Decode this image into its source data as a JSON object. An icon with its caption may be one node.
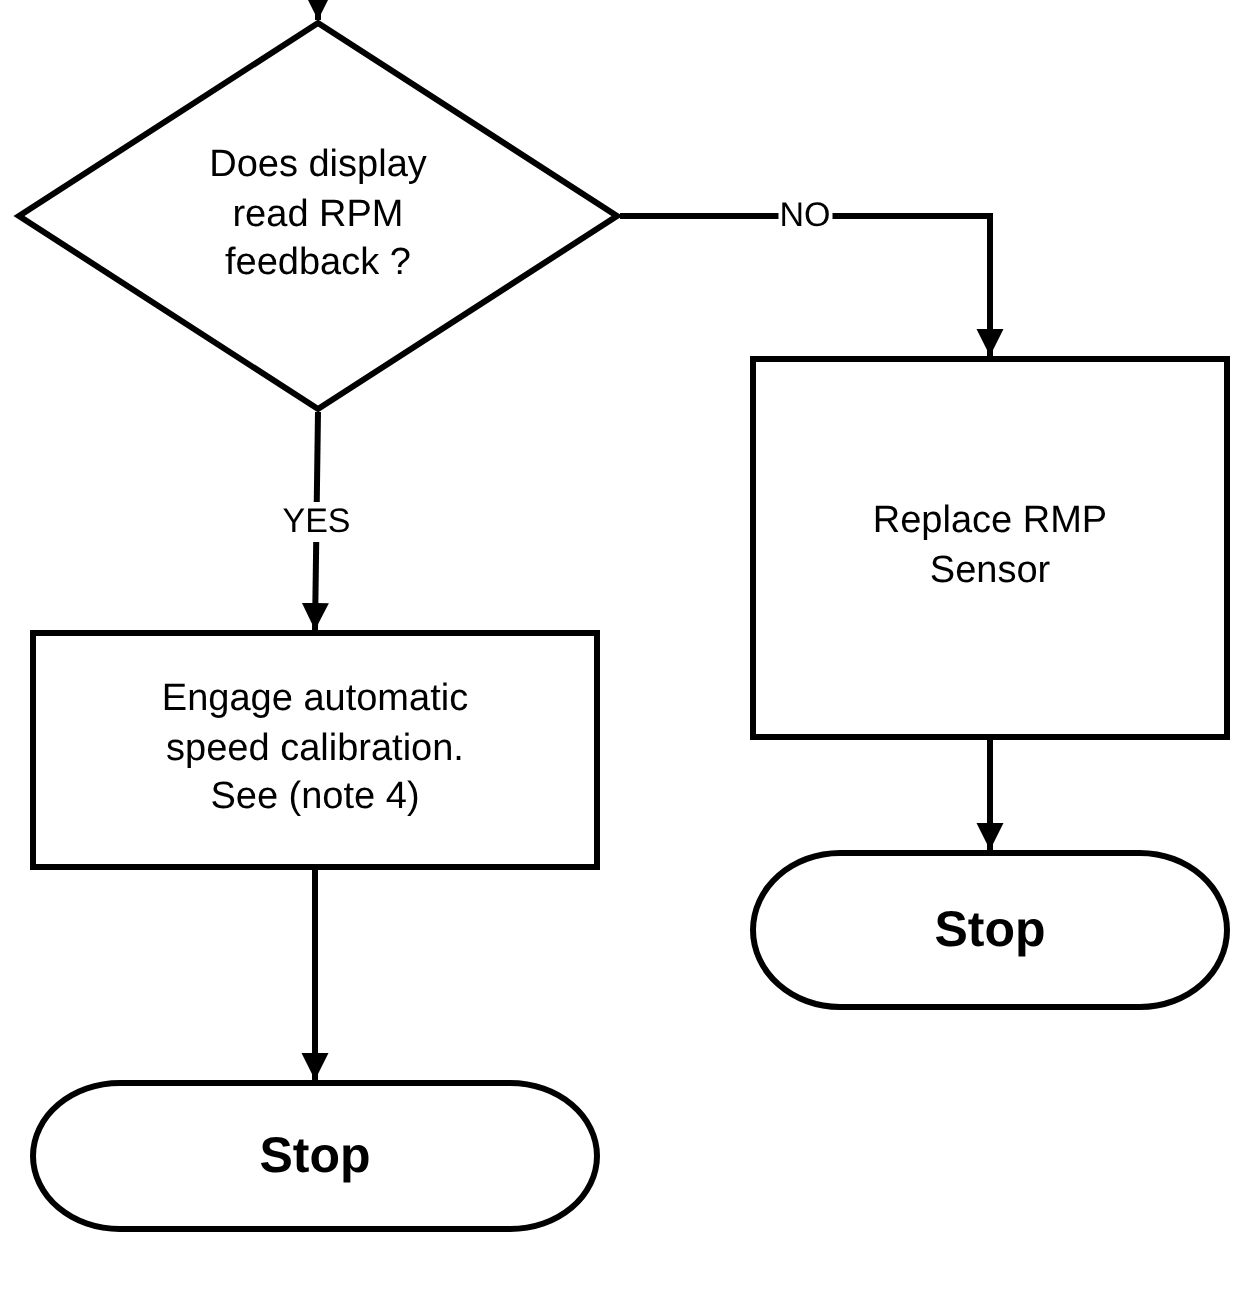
{
  "diagram": {
    "nodes": [
      {
        "text": [
          "Does display read RPM feedback ?"
        ]
      },
      {
        "text": [
          "Replace RMP Sensor"
        ]
      },
      {
        "text": [
          "Engage automatic speed calibration. See (note 4)"
        ]
      },
      {
        "text": [
          "Stop"
        ]
      },
      {
        "text": [
          "Stop"
        ]
      }
    ],
    "edges": [
      {
        "from": null,
        "to": 0,
        "arrow": "to"
      },
      {
        "from": 0,
        "to": 1,
        "arrow": "to",
        "label": "NO"
      },
      {
        "from": 0,
        "to": 2,
        "arrow": "to",
        "label": "YES"
      },
      {
        "from": 2,
        "to": 4,
        "arrow": "to"
      },
      {
        "from": 1,
        "to": 3,
        "arrow": "to"
      }
    ]
  }
}
